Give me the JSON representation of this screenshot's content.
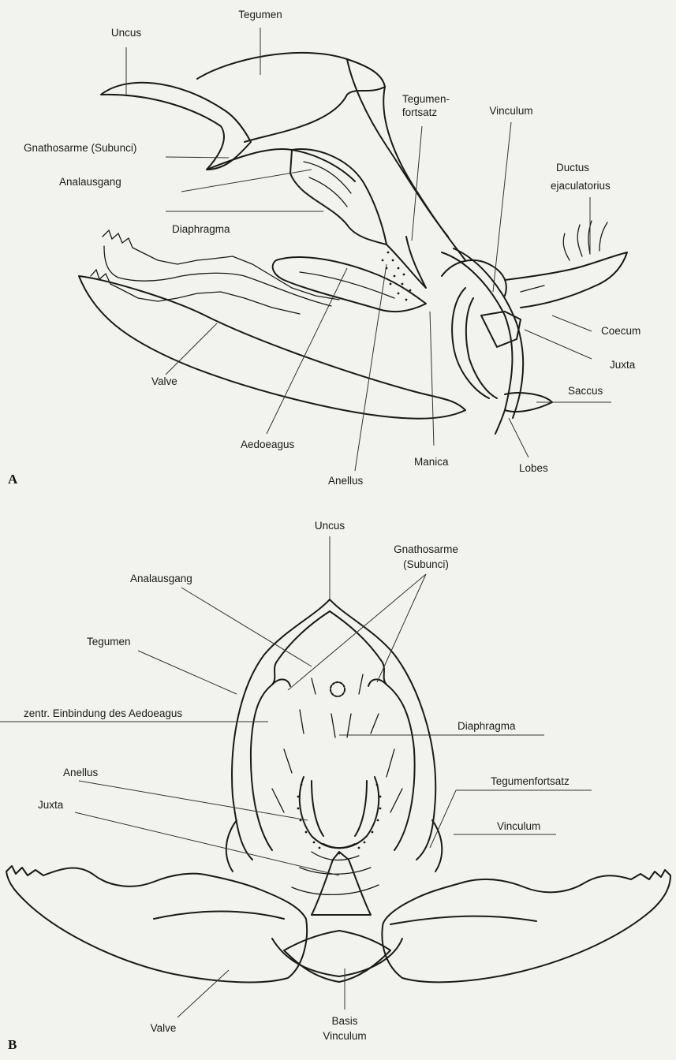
{
  "panels": [
    "A",
    "B"
  ],
  "labels_a": {
    "tegumen": "Tegumen",
    "uncus": "Uncus",
    "tegumen_fortsatz_1": "Tegumen-",
    "tegumen_fortsatz_2": "fortsatz",
    "vinculum": "Vinculum",
    "gnathosarme": "Gnathosarme (Subunci)",
    "analausgang": "Analausgang",
    "ductus_1": "Ductus",
    "ductus_2": "ejaculatorius",
    "diaphragma": "Diaphragma",
    "coecum": "Coecum",
    "juxta": "Juxta",
    "saccus": "Saccus",
    "valve": "Valve",
    "aedoeagus": "Aedoeagus",
    "manica": "Manica",
    "lobes": "Lobes",
    "anellus": "Anellus"
  },
  "labels_b": {
    "uncus": "Uncus",
    "gnathosarme_1": "Gnathosarme",
    "gnathosarme_2": "(Subunci)",
    "analausgang": "Analausgang",
    "tegumen": "Tegumen",
    "zentr": "zentr. Einbindung des Aedoeagus",
    "diaphragma": "Diaphragma",
    "anellus": "Anellus",
    "tegumenfortsatz": "Tegumenfortsatz",
    "juxta": "Juxta",
    "vinculum": "Vinculum",
    "valve": "Valve",
    "basis_1": "Basis",
    "basis_2": "Vinculum"
  }
}
